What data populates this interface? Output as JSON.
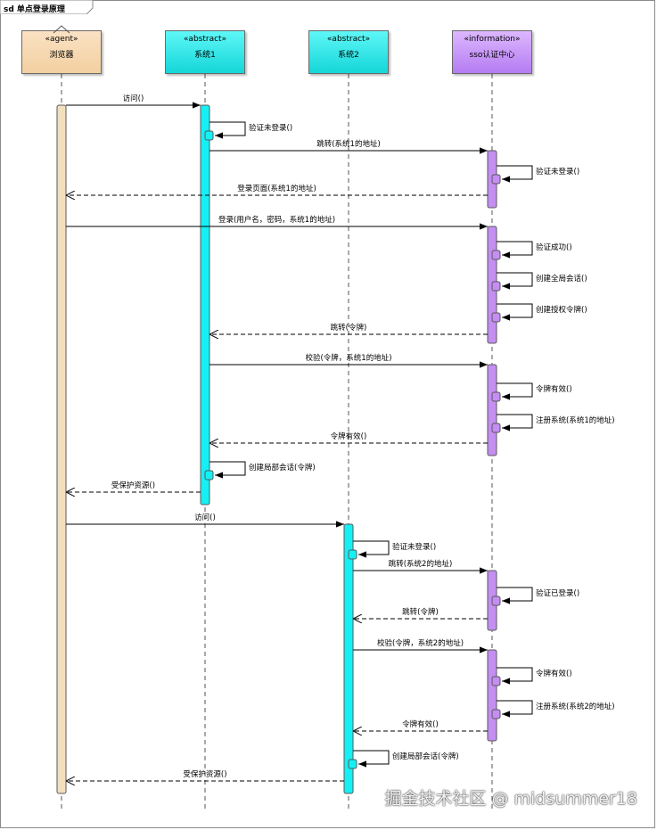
{
  "diagram": {
    "title": "sd 单点登录原理"
  },
  "lifelines": [
    {
      "id": "browser",
      "stereotype": "«agent»",
      "name": "浏览器"
    },
    {
      "id": "sys1",
      "stereotype": "«abstract»",
      "name": "系统1"
    },
    {
      "id": "sys2",
      "stereotype": "«abstract»",
      "name": "系统2"
    },
    {
      "id": "sso",
      "stereotype": "«information»",
      "name": "sso认证中心"
    }
  ],
  "messages": [
    {
      "from": "browser",
      "to": "sys1",
      "label": "访问()",
      "kind": "call"
    },
    {
      "from": "sys1",
      "to": "sys1",
      "label": "验证未登录()",
      "kind": "self"
    },
    {
      "from": "sys1",
      "to": "sso",
      "label": "跳转(系统1的地址)",
      "kind": "call"
    },
    {
      "from": "sso",
      "to": "sso",
      "label": "验证未登录()",
      "kind": "self"
    },
    {
      "from": "sso",
      "to": "browser",
      "label": "登录页面(系统1的地址)",
      "kind": "return"
    },
    {
      "from": "browser",
      "to": "sso",
      "label": "登录(用户名，密码，系统1的地址)",
      "kind": "call"
    },
    {
      "from": "sso",
      "to": "sso",
      "label": "验证成功()",
      "kind": "self"
    },
    {
      "from": "sso",
      "to": "sso",
      "label": "创建全局会话()",
      "kind": "self"
    },
    {
      "from": "sso",
      "to": "sso",
      "label": "创建授权令牌()",
      "kind": "self"
    },
    {
      "from": "sso",
      "to": "sys1",
      "label": "跳转(令牌)",
      "kind": "return"
    },
    {
      "from": "sys1",
      "to": "sso",
      "label": "校验(令牌，系统1的地址)",
      "kind": "call"
    },
    {
      "from": "sso",
      "to": "sso",
      "label": "令牌有效()",
      "kind": "self"
    },
    {
      "from": "sso",
      "to": "sso",
      "label": "注册系统(系统1的地址)",
      "kind": "self"
    },
    {
      "from": "sso",
      "to": "sys1",
      "label": "令牌有效()",
      "kind": "return"
    },
    {
      "from": "sys1",
      "to": "sys1",
      "label": "创建局部会话(令牌)",
      "kind": "self"
    },
    {
      "from": "sys1",
      "to": "browser",
      "label": "受保护资源()",
      "kind": "return"
    },
    {
      "from": "browser",
      "to": "sys2",
      "label": "访问()",
      "kind": "call"
    },
    {
      "from": "sys2",
      "to": "sys2",
      "label": "验证未登录()",
      "kind": "self"
    },
    {
      "from": "sys2",
      "to": "sso",
      "label": "跳转(系统2的地址)",
      "kind": "call"
    },
    {
      "from": "sso",
      "to": "sso",
      "label": "验证已登录()",
      "kind": "self"
    },
    {
      "from": "sso",
      "to": "sys2",
      "label": "跳转(令牌)",
      "kind": "return"
    },
    {
      "from": "sys2",
      "to": "sso",
      "label": "校验(令牌，系统2的地址)",
      "kind": "call"
    },
    {
      "from": "sso",
      "to": "sso",
      "label": "令牌有效()",
      "kind": "self"
    },
    {
      "from": "sso",
      "to": "sso",
      "label": "注册系统(系统2的地址)",
      "kind": "self"
    },
    {
      "from": "sso",
      "to": "sys2",
      "label": "令牌有效()",
      "kind": "return"
    },
    {
      "from": "sys2",
      "to": "sys2",
      "label": "创建局部会话(令牌)",
      "kind": "self"
    },
    {
      "from": "sys2",
      "to": "browser",
      "label": "受保护资源()",
      "kind": "return"
    }
  ],
  "colors": {
    "browser_activation": "#f2dfbe",
    "system_activation": "#14f0f4",
    "sso_activation": "#c48ef2"
  },
  "watermark": "掘金技术社区 @ midsummer18"
}
